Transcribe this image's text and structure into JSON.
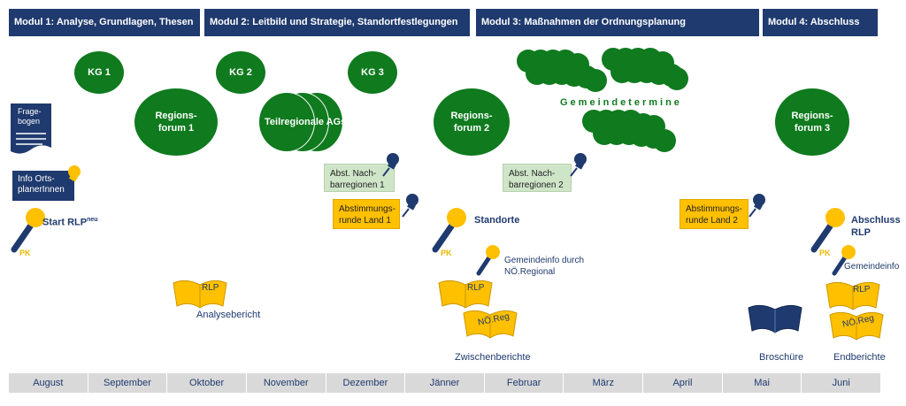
{
  "modules": [
    {
      "label": "Modul 1: Analyse, Grundlagen, Thesen"
    },
    {
      "label": "Modul 2: Leitbild und Strategie, Standortfestlegungen"
    },
    {
      "label": "Modul 3: Maßnahmen der Ordnungsplanung"
    },
    {
      "label": "Modul 4: Abschluss"
    }
  ],
  "circles": {
    "kg1": "KG 1",
    "kg2": "KG 2",
    "kg3": "KG 3",
    "forum1_line1": "Regions-",
    "forum1_line2": "forum 1",
    "teilregional": "Teilregionale AGs",
    "forum2_line1": "Regions-",
    "forum2_line2": "forum 2",
    "forum3_line1": "Regions-",
    "forum3_line2": "forum 3"
  },
  "gemeindetermine": "Gemeindetermine",
  "notes": {
    "fragebogen_line1": "Frage-",
    "fragebogen_line2": "bogen",
    "info_line1": "Info Orts-",
    "info_line2": "planerInnen",
    "abst1_line1": "Abst. Nach-",
    "abst1_line2": "barregionen 1",
    "abst2_line1": "Abst. Nach-",
    "abst2_line2": "barregionen 2",
    "land1_line1": "Abstimmungs-",
    "land1_line2": "runde Land 1",
    "land2_line1": "Abstimmungs-",
    "land2_line2": "runde Land 2"
  },
  "events": {
    "start": "Start RLP",
    "start_sup": "neu",
    "standorte": "Standorte",
    "abschluss_line1": "Abschluss",
    "abschluss_line2": "RLP",
    "pk": "PK",
    "gemeindeinfo_line1": "Gemeindeinfo durch",
    "gemeindeinfo_line2": "NÖ.Regional",
    "gemeindeinfo": "Gemeindeinfo"
  },
  "books": {
    "rlp": "RLP",
    "noreg": "NÖ.Reg",
    "analysebericht": "Analysebericht",
    "zwischenberichte": "Zwischenberichte",
    "broschuere": "Broschüre",
    "endberichte": "Endberichte"
  },
  "months": [
    "August",
    "September",
    "Oktober",
    "November",
    "Dezember",
    "Jänner",
    "Februar",
    "März",
    "April",
    "Mai",
    "Juni"
  ],
  "colors": {
    "navy": "#1f3a6e",
    "green": "#0f7a1e",
    "yellow": "#ffc000",
    "lightgreen": "#cfe5c8",
    "timeline": "#d9d9d9"
  }
}
